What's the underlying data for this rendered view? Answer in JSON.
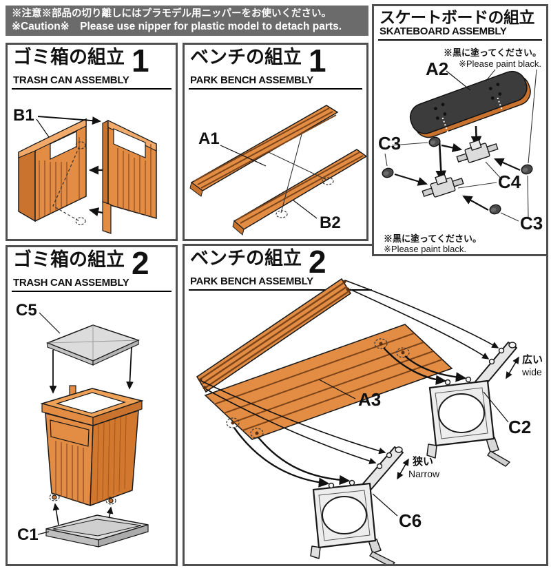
{
  "caution": {
    "line1": "※注意※部品の切り離しにはプラモデル用ニッパーをお使いください。",
    "line2": "※Caution※　Please use nipper for plastic model to detach parts."
  },
  "trash1": {
    "title_jp": "ゴミ箱の組立",
    "title_en": "TRASH CAN ASSEMBLY",
    "step": "1",
    "label_b1": "B1"
  },
  "bench1": {
    "title_jp": "ベンチの組立",
    "title_en": "PARK BENCH ASSEMBLY",
    "step": "1",
    "label_a1": "A1",
    "label_b2": "B2"
  },
  "skate": {
    "title_jp": "スケートボードの組立",
    "title_en": "SKATEBOARD ASSEMBLY",
    "note_jp": "※黒に塗ってください。",
    "note_en": "※Please paint black.",
    "label_a2": "A2",
    "label_c3": "C3",
    "label_c4": "C4"
  },
  "trash2": {
    "title_jp": "ゴミ箱の組立",
    "title_en": "TRASH CAN ASSEMBLY",
    "step": "2",
    "label_c5": "C5",
    "label_c1": "C1"
  },
  "bench2": {
    "title_jp": "ベンチの組立",
    "title_en": "PARK BENCH ASSEMBLY",
    "step": "2",
    "label_a3": "A3",
    "label_c2": "C2",
    "label_c6": "C6",
    "wide_jp": "広い",
    "wide_en": "wide",
    "narrow_jp": "狭い",
    "narrow_en": "Narrow"
  },
  "colors": {
    "wood": "#E28C44",
    "wood_light": "#F2AA6A",
    "wood_shade": "#C9732E",
    "wood_dark": "#7C4418",
    "gray_part": "#DCDCDC",
    "gray_shade": "#B9B9B9",
    "deck_top": "#3C3C3C",
    "caution_bg": "#6B6B6B",
    "line": "#1A1A1A"
  }
}
